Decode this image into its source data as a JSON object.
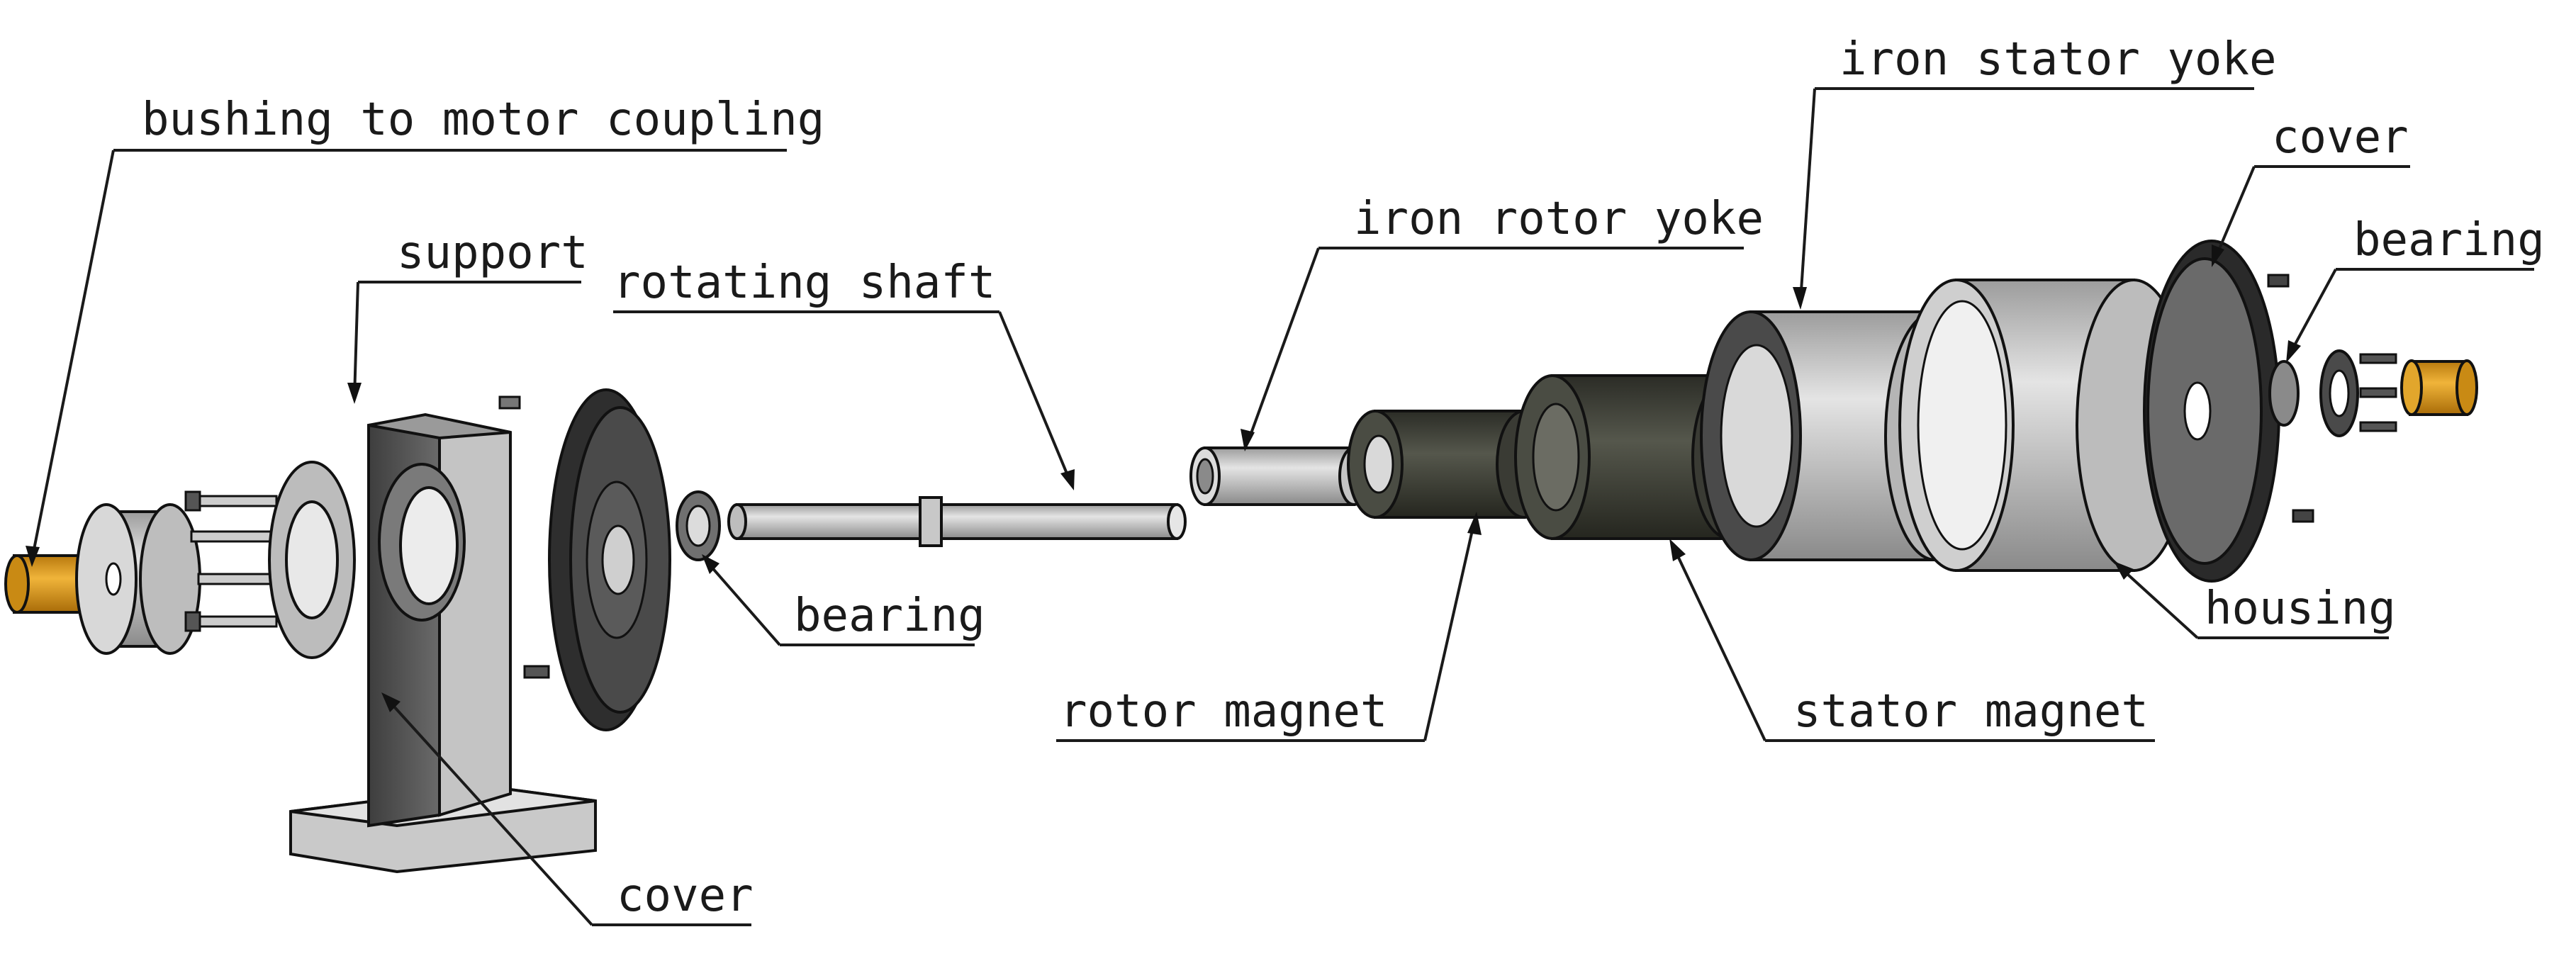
{
  "labels": {
    "bushing_to_motor_coupling": "bushing to motor coupling",
    "support": "support",
    "rotating_shaft": "rotating shaft",
    "bearing_left": "bearing",
    "cover_bottom": "cover",
    "iron_rotor_yoke": "iron rotor yoke",
    "rotor_magnet": "rotor magnet",
    "stator_magnet": "stator magnet",
    "iron_stator_yoke": "iron stator yoke",
    "cover_right": "cover",
    "bearing_right": "bearing",
    "housing": "housing"
  },
  "colors": {
    "bushing": "#d99a1e",
    "metal_light": "#d3d3d3",
    "metal_mid": "#9a9a9a",
    "steel_dark": "#4a4a4a",
    "magnet": "#3b3d35",
    "line": "#111111"
  }
}
